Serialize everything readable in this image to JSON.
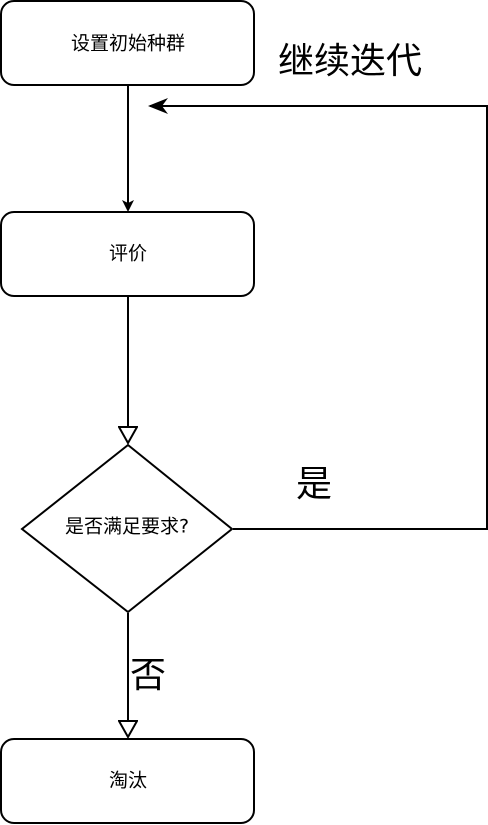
{
  "diagram": {
    "nodes": {
      "init": {
        "label": "设置初始种群",
        "shape": "rounded-rect"
      },
      "evaluate": {
        "label": "评价",
        "shape": "rounded-rect"
      },
      "decision": {
        "label": "是否满足要求?",
        "shape": "diamond"
      },
      "eliminate": {
        "label": "淘汰",
        "shape": "rounded-rect"
      }
    },
    "edges": [
      {
        "from": "init",
        "to": "evaluate",
        "label": "",
        "arrow": "filled"
      },
      {
        "from": "evaluate",
        "to": "decision",
        "label": "",
        "arrow": "open"
      },
      {
        "from": "decision",
        "to": "eliminate",
        "label": "否",
        "arrow": "open"
      },
      {
        "from": "decision",
        "to": "init-evaluate-link",
        "label": "是",
        "arrow": "open"
      }
    ],
    "annotation": "继续迭代",
    "colors": {
      "stroke": "#000000",
      "fill": "#ffffff",
      "text": "#000000"
    }
  }
}
